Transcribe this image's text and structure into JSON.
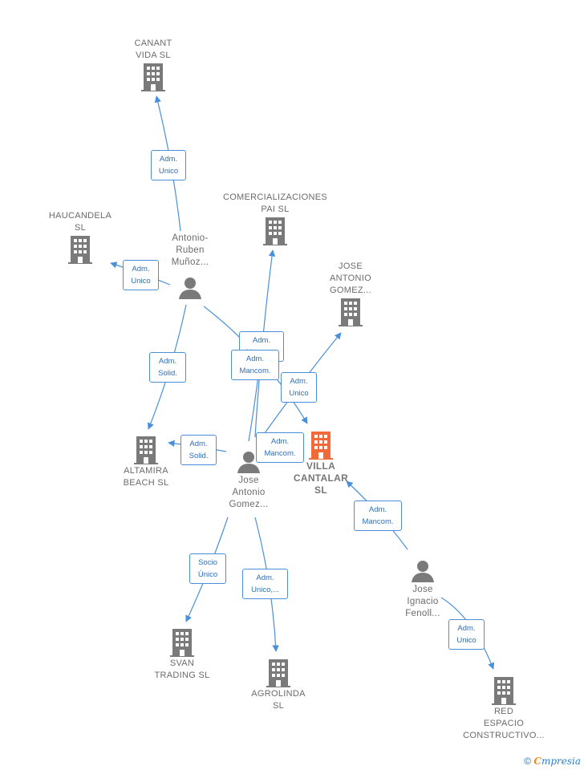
{
  "colors": {
    "edge": "#4a90d9",
    "company": "#7a7a7a",
    "main_company": "#f26a3a",
    "person": "#7a7a7a"
  },
  "nodes": {
    "canant": {
      "label": [
        "CANANT",
        "VIDA SL"
      ],
      "icon": "building-icon"
    },
    "haucandela": {
      "label": [
        "HAUCANDELA",
        "SL"
      ],
      "icon": "building-icon"
    },
    "comercializaciones": {
      "label": [
        "COMERCIALIZACIONES",
        "PAI SL"
      ],
      "icon": "building-icon"
    },
    "jose_antonio_co": {
      "label": [
        "JOSE",
        "ANTONIO",
        "GOMEZ..."
      ],
      "icon": "building-icon"
    },
    "antonio_ruben": {
      "label": [
        "Antonio-",
        "Ruben",
        "Muñoz..."
      ],
      "icon": "person-icon"
    },
    "altamira": {
      "label": [
        "ALTAMIRA",
        "BEACH SL"
      ],
      "icon": "building-icon"
    },
    "villa_cantalar": {
      "label": [
        "VILLA",
        "CANTALAR",
        "SL"
      ],
      "icon": "building-icon"
    },
    "jose_antonio_p": {
      "label": [
        "Jose",
        "Antonio",
        "Gomez..."
      ],
      "icon": "person-icon"
    },
    "jose_ignacio": {
      "label": [
        "Jose",
        "Ignacio",
        "Fenoll..."
      ],
      "icon": "person-icon"
    },
    "svan": {
      "label": [
        "SVAN",
        "TRADING SL"
      ],
      "icon": "building-icon"
    },
    "agrolinda": {
      "label": [
        "AGROLINDA",
        "SL"
      ],
      "icon": "building-icon"
    },
    "red_espacio": {
      "label": [
        "RED",
        "ESPACIO",
        "CONSTRUCTIVO..."
      ],
      "icon": "building-icon"
    }
  },
  "relations": {
    "r1": [
      "Adm.",
      "Unico"
    ],
    "r2": [
      "Adm.",
      "Unico"
    ],
    "r3": [
      "Adm.",
      "Solid."
    ],
    "r4": [
      "Adm.",
      "Mancom."
    ],
    "r5": [
      "Adm.",
      "Mancom."
    ],
    "r6": [
      "Adm.",
      "Unico"
    ],
    "r7": [
      "Adm.",
      "Mancom."
    ],
    "r8": [
      "Adm.",
      "Solid."
    ],
    "r9": [
      "Adm.",
      "Mancom."
    ],
    "r10": [
      "Socio",
      "Único"
    ],
    "r11": [
      "Adm.",
      "Unico,..."
    ],
    "r12": [
      "Adm.",
      "Unico"
    ]
  },
  "footer": {
    "copyright": "©",
    "brand_first": "C",
    "brand_rest": "mpresia"
  }
}
